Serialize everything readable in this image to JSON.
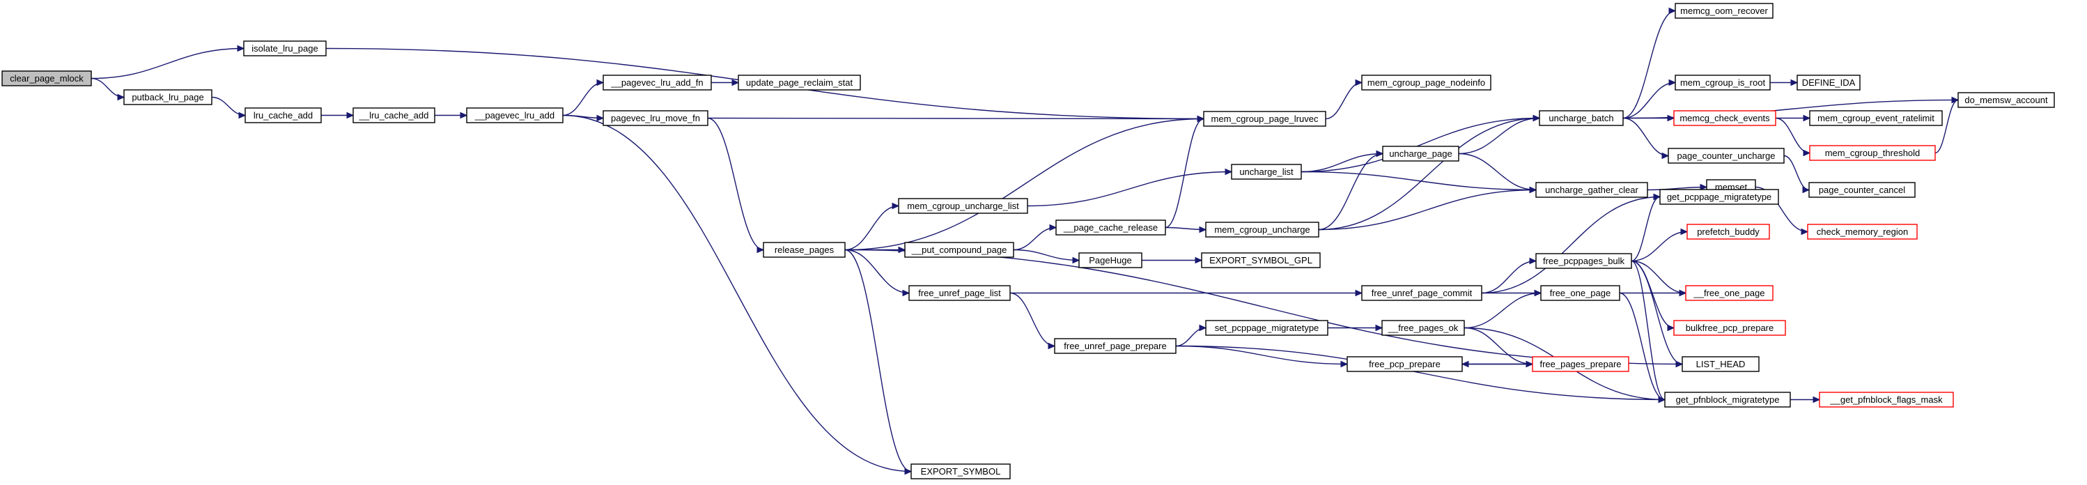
{
  "graph": {
    "colors": {
      "edge": "#191970",
      "root_fill": "#bfbfbf",
      "border": "#000000",
      "incomplete_border": "#ff0000",
      "background": "#ffffff"
    },
    "nodes": [
      {
        "id": "clear_page_mlock",
        "label": "clear_page_mlock",
        "style": "root"
      },
      {
        "id": "isolate_lru_page",
        "label": "isolate_lru_page",
        "style": "normal"
      },
      {
        "id": "putback_lru_page",
        "label": "putback_lru_page",
        "style": "normal"
      },
      {
        "id": "lru_cache_add",
        "label": "lru_cache_add",
        "style": "normal"
      },
      {
        "id": "__lru_cache_add",
        "label": "__lru_cache_add",
        "style": "normal"
      },
      {
        "id": "__pagevec_lru_add",
        "label": "__pagevec_lru_add",
        "style": "normal"
      },
      {
        "id": "__pagevec_lru_add_fn",
        "label": "__pagevec_lru_add_fn",
        "style": "normal"
      },
      {
        "id": "pagevec_lru_move_fn",
        "label": "pagevec_lru_move_fn",
        "style": "normal"
      },
      {
        "id": "update_page_reclaim_stat",
        "label": "update_page_reclaim_stat",
        "style": "normal"
      },
      {
        "id": "release_pages",
        "label": "release_pages",
        "style": "normal"
      },
      {
        "id": "mem_cgroup_uncharge_list",
        "label": "mem_cgroup_uncharge_list",
        "style": "normal"
      },
      {
        "id": "__put_compound_page",
        "label": "__put_compound_page",
        "style": "normal"
      },
      {
        "id": "free_unref_page_list",
        "label": "free_unref_page_list",
        "style": "normal"
      },
      {
        "id": "EXPORT_SYMBOL",
        "label": "EXPORT_SYMBOL",
        "style": "normal"
      },
      {
        "id": "mem_cgroup_page_lruvec",
        "label": "mem_cgroup_page_lruvec",
        "style": "normal"
      },
      {
        "id": "mem_cgroup_page_nodeinfo",
        "label": "mem_cgroup_page_nodeinfo",
        "style": "normal"
      },
      {
        "id": "__page_cache_release",
        "label": "__page_cache_release",
        "style": "normal"
      },
      {
        "id": "PageHuge",
        "label": "PageHuge",
        "style": "normal"
      },
      {
        "id": "EXPORT_SYMBOL_GPL",
        "label": "EXPORT_SYMBOL_GPL",
        "style": "normal"
      },
      {
        "id": "free_unref_page_prepare",
        "label": "free_unref_page_prepare",
        "style": "normal"
      },
      {
        "id": "set_pcppage_migratetype",
        "label": "set_pcppage_migratetype",
        "style": "normal"
      },
      {
        "id": "uncharge_list",
        "label": "uncharge_list",
        "style": "normal"
      },
      {
        "id": "uncharge_page",
        "label": "uncharge_page",
        "style": "normal"
      },
      {
        "id": "mem_cgroup_uncharge",
        "label": "mem_cgroup_uncharge",
        "style": "normal"
      },
      {
        "id": "free_unref_page_commit",
        "label": "free_unref_page_commit",
        "style": "normal"
      },
      {
        "id": "__free_pages_ok",
        "label": "__free_pages_ok",
        "style": "normal"
      },
      {
        "id": "free_pcp_prepare",
        "label": "free_pcp_prepare",
        "style": "normal"
      },
      {
        "id": "uncharge_batch",
        "label": "uncharge_batch",
        "style": "normal"
      },
      {
        "id": "uncharge_gather_clear",
        "label": "uncharge_gather_clear",
        "style": "normal"
      },
      {
        "id": "free_pcppages_bulk",
        "label": "free_pcppages_bulk",
        "style": "normal"
      },
      {
        "id": "free_one_page",
        "label": "free_one_page",
        "style": "normal"
      },
      {
        "id": "free_pages_prepare",
        "label": "free_pages_prepare",
        "style": "incomplete"
      },
      {
        "id": "memcg_oom_recover",
        "label": "memcg_oom_recover",
        "style": "normal"
      },
      {
        "id": "mem_cgroup_is_root",
        "label": "mem_cgroup_is_root",
        "style": "normal"
      },
      {
        "id": "memcg_check_events",
        "label": "memcg_check_events",
        "style": "incomplete"
      },
      {
        "id": "page_counter_uncharge",
        "label": "page_counter_uncharge",
        "style": "normal"
      },
      {
        "id": "memset",
        "label": "memset",
        "style": "normal"
      },
      {
        "id": "get_pcppage_migratetype",
        "label": "get_pcppage_migratetype",
        "style": "normal"
      },
      {
        "id": "prefetch_buddy",
        "label": "prefetch_buddy",
        "style": "incomplete"
      },
      {
        "id": "__free_one_page",
        "label": "__free_one_page",
        "style": "incomplete"
      },
      {
        "id": "bulkfree_pcp_prepare",
        "label": "bulkfree_pcp_prepare",
        "style": "incomplete"
      },
      {
        "id": "LIST_HEAD",
        "label": "LIST_HEAD",
        "style": "normal"
      },
      {
        "id": "get_pfnblock_migratetype",
        "label": "get_pfnblock_migratetype",
        "style": "normal"
      },
      {
        "id": "DEFINE_IDA",
        "label": "DEFINE_IDA",
        "style": "normal"
      },
      {
        "id": "mem_cgroup_event_ratelimit",
        "label": "mem_cgroup_event_ratelimit",
        "style": "normal"
      },
      {
        "id": "mem_cgroup_threshold",
        "label": "mem_cgroup_threshold",
        "style": "incomplete"
      },
      {
        "id": "page_counter_cancel",
        "label": "page_counter_cancel",
        "style": "normal"
      },
      {
        "id": "check_memory_region",
        "label": "check_memory_region",
        "style": "incomplete"
      },
      {
        "id": "do_memsw_account",
        "label": "do_memsw_account",
        "style": "normal"
      },
      {
        "id": "__get_pfnblock_flags_mask",
        "label": "__get_pfnblock_flags_mask",
        "style": "incomplete"
      }
    ],
    "edges": [
      [
        "clear_page_mlock",
        "isolate_lru_page"
      ],
      [
        "clear_page_mlock",
        "putback_lru_page"
      ],
      [
        "isolate_lru_page",
        "mem_cgroup_page_lruvec"
      ],
      [
        "putback_lru_page",
        "lru_cache_add"
      ],
      [
        "lru_cache_add",
        "__lru_cache_add"
      ],
      [
        "__lru_cache_add",
        "__pagevec_lru_add"
      ],
      [
        "__pagevec_lru_add",
        "__pagevec_lru_add_fn"
      ],
      [
        "__pagevec_lru_add",
        "pagevec_lru_move_fn"
      ],
      [
        "__pagevec_lru_add",
        "EXPORT_SYMBOL"
      ],
      [
        "__pagevec_lru_add_fn",
        "update_page_reclaim_stat"
      ],
      [
        "pagevec_lru_move_fn",
        "mem_cgroup_page_lruvec"
      ],
      [
        "pagevec_lru_move_fn",
        "release_pages"
      ],
      [
        "release_pages",
        "mem_cgroup_page_lruvec"
      ],
      [
        "release_pages",
        "mem_cgroup_uncharge_list"
      ],
      [
        "release_pages",
        "__put_compound_page"
      ],
      [
        "release_pages",
        "free_unref_page_list"
      ],
      [
        "release_pages",
        "EXPORT_SYMBOL"
      ],
      [
        "release_pages",
        "LIST_HEAD"
      ],
      [
        "mem_cgroup_page_lruvec",
        "mem_cgroup_page_nodeinfo"
      ],
      [
        "mem_cgroup_uncharge_list",
        "uncharge_list"
      ],
      [
        "__put_compound_page",
        "__page_cache_release"
      ],
      [
        "__put_compound_page",
        "PageHuge"
      ],
      [
        "__page_cache_release",
        "mem_cgroup_page_lruvec"
      ],
      [
        "__page_cache_release",
        "mem_cgroup_uncharge"
      ],
      [
        "PageHuge",
        "EXPORT_SYMBOL_GPL"
      ],
      [
        "free_unref_page_list",
        "free_unref_page_commit"
      ],
      [
        "free_unref_page_list",
        "free_unref_page_prepare"
      ],
      [
        "free_unref_page_prepare",
        "set_pcppage_migratetype"
      ],
      [
        "free_unref_page_prepare",
        "free_pcp_prepare"
      ],
      [
        "free_unref_page_prepare",
        "get_pfnblock_migratetype"
      ],
      [
        "set_pcppage_migratetype",
        "__free_pages_ok"
      ],
      [
        "uncharge_list",
        "uncharge_batch"
      ],
      [
        "uncharge_list",
        "uncharge_page"
      ],
      [
        "uncharge_list",
        "uncharge_gather_clear"
      ],
      [
        "uncharge_page",
        "uncharge_batch"
      ],
      [
        "uncharge_page",
        "uncharge_gather_clear"
      ],
      [
        "mem_cgroup_uncharge",
        "uncharge_page"
      ],
      [
        "mem_cgroup_uncharge",
        "uncharge_batch"
      ],
      [
        "mem_cgroup_uncharge",
        "uncharge_gather_clear"
      ],
      [
        "free_unref_page_commit",
        "get_pcppage_migratetype"
      ],
      [
        "free_unref_page_commit",
        "free_pcppages_bulk"
      ],
      [
        "free_unref_page_commit",
        "free_one_page"
      ],
      [
        "__free_pages_ok",
        "free_one_page"
      ],
      [
        "__free_pages_ok",
        "free_pages_prepare"
      ],
      [
        "__free_pages_ok",
        "get_pfnblock_migratetype"
      ],
      [
        "free_pcp_prepare",
        "free_pages_prepare"
      ],
      [
        "free_pages_prepare",
        "free_pcp_prepare"
      ],
      [
        "uncharge_batch",
        "memcg_oom_recover"
      ],
      [
        "uncharge_batch",
        "do_memsw_account"
      ],
      [
        "uncharge_batch",
        "mem_cgroup_is_root"
      ],
      [
        "uncharge_batch",
        "memcg_check_events"
      ],
      [
        "uncharge_batch",
        "page_counter_uncharge"
      ],
      [
        "uncharge_gather_clear",
        "memset"
      ],
      [
        "free_pcppages_bulk",
        "get_pcppage_migratetype"
      ],
      [
        "free_pcppages_bulk",
        "prefetch_buddy"
      ],
      [
        "free_pcppages_bulk",
        "__free_one_page"
      ],
      [
        "free_pcppages_bulk",
        "bulkfree_pcp_prepare"
      ],
      [
        "free_pcppages_bulk",
        "LIST_HEAD"
      ],
      [
        "free_pcppages_bulk",
        "get_pfnblock_migratetype"
      ],
      [
        "free_one_page",
        "__free_one_page"
      ],
      [
        "free_one_page",
        "get_pfnblock_migratetype"
      ],
      [
        "mem_cgroup_is_root",
        "DEFINE_IDA"
      ],
      [
        "memcg_check_events",
        "mem_cgroup_event_ratelimit"
      ],
      [
        "memcg_check_events",
        "mem_cgroup_threshold"
      ],
      [
        "page_counter_uncharge",
        "page_counter_cancel"
      ],
      [
        "memset",
        "check_memory_region"
      ],
      [
        "mem_cgroup_threshold",
        "do_memsw_account"
      ],
      [
        "get_pfnblock_migratetype",
        "__get_pfnblock_flags_mask"
      ]
    ]
  }
}
